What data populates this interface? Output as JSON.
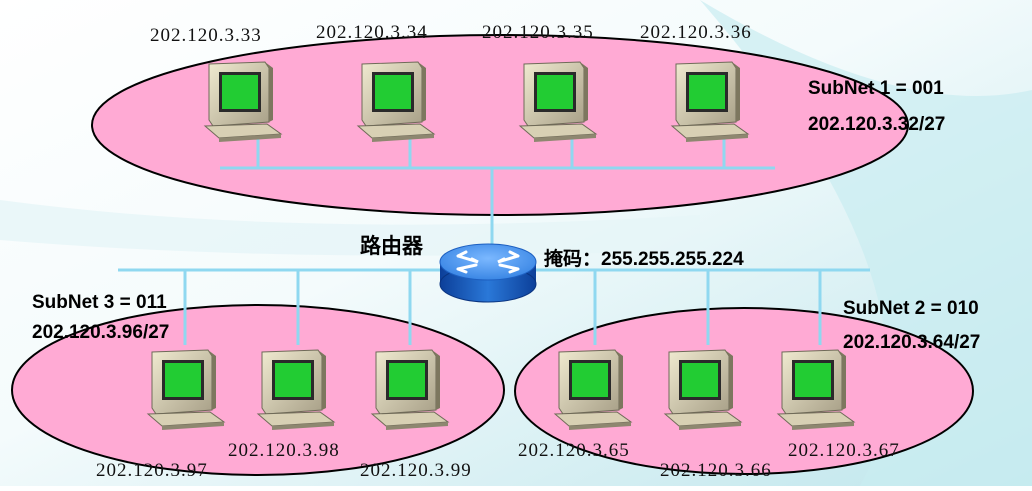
{
  "colors": {
    "background_light": "#ffffff",
    "background_teal": "#c6e8ee",
    "ellipse_fill": "#ffaad4",
    "ellipse_stroke": "#000000",
    "line_color": "#8fd8f0",
    "screen_green": "#22cc33",
    "router_blue": "#2a78d8"
  },
  "router_label": "路由器",
  "mask_label": "掩码：255.255.255.224",
  "subnets": [
    {
      "name": "SubNet 1 = 001",
      "network": "202.120.3.32/27",
      "hosts": [
        "202.120.3.33",
        "202.120.3.34",
        "202.120.3.35",
        "202.120.3.36"
      ]
    },
    {
      "name": "SubNet 2 = 010",
      "network": "202.120.3.64/27",
      "hosts": [
        "202.120.3.65",
        "202.120.3.66",
        "202.120.3.67"
      ]
    },
    {
      "name": "SubNet 3 = 011",
      "network": "202.120.3.96/27",
      "hosts": [
        "202.120.3.97",
        "202.120.3.98",
        "202.120.3.99"
      ]
    }
  ],
  "icons": {
    "computer": "computer-icon",
    "router": "router-icon"
  }
}
